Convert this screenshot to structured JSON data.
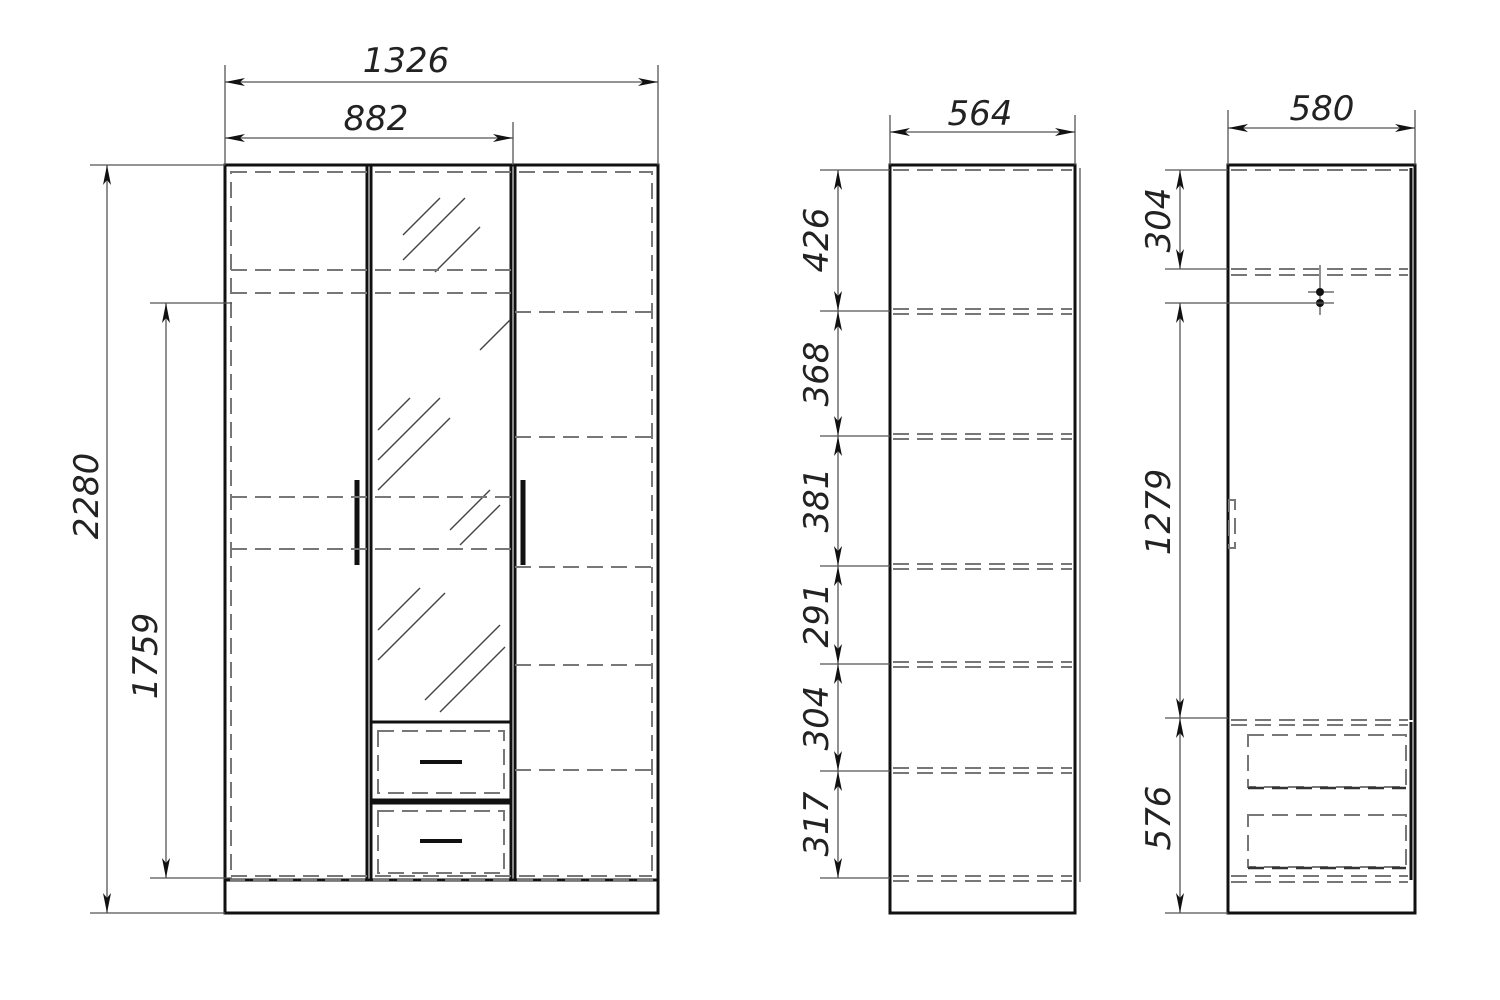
{
  "front_view": {
    "width_total": "1326",
    "width_partial": "882",
    "height_total": "2280",
    "height_hanging": "1759"
  },
  "side_view_shelves": {
    "depth": "564",
    "sections": [
      "426",
      "368",
      "381",
      "291",
      "304",
      "317"
    ]
  },
  "side_view_rail": {
    "depth": "580",
    "sections": [
      "304",
      "1279",
      "576"
    ]
  },
  "colors": {
    "line": "#111111",
    "hidden_line": "#777777",
    "dimension": "#555555"
  }
}
